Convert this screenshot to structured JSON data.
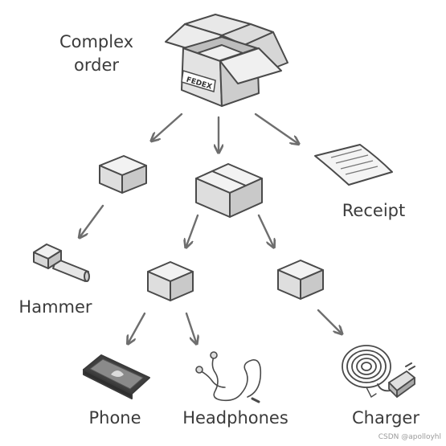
{
  "labels": {
    "complex_order_line1": "Complex",
    "complex_order_line2": "order",
    "fedex": "FEDEX",
    "receipt": "Receipt",
    "hammer": "Hammer",
    "phone": "Phone",
    "headphones": "Headphones",
    "charger": "Charger"
  },
  "watermark": "CSDN @apolloyhl",
  "colors": {
    "outline": "#4a4a4a",
    "box_top": "#f2f2f2",
    "box_left": "#dedede",
    "box_right": "#c9c9c9",
    "arrow": "#6e6e6e",
    "text": "#3b3b3b"
  }
}
